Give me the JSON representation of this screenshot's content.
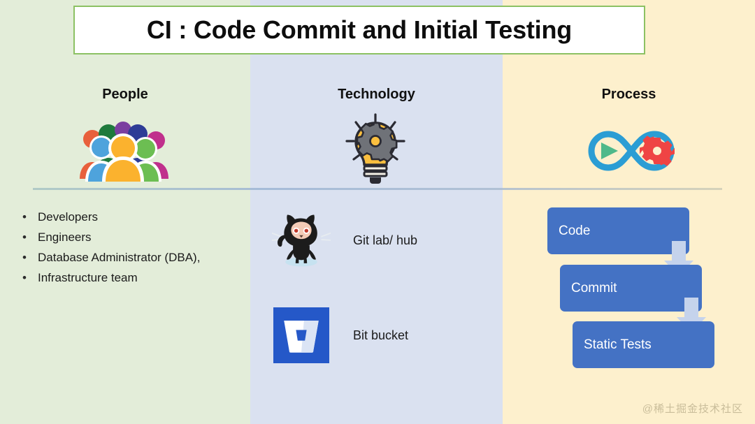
{
  "slide": {
    "title": "CI : Code Commit and Initial Testing",
    "watermark": "@稀土掘金技术社区"
  },
  "colors": {
    "people_band": "#e3edd9",
    "technology_band": "#dae1f0",
    "process_band": "#fdf0cd",
    "title_border": "#8cc163",
    "flow_box": "#4472c4",
    "flow_arrow": "#c5d3ec"
  },
  "columns": [
    {
      "key": "people",
      "header": "People",
      "hero_icon": "people-group-icon",
      "items": [
        {
          "bullet": "•",
          "label": "Developers"
        },
        {
          "bullet": "•",
          "label": "Engineers"
        },
        {
          "bullet": "•",
          "label": "Database Administrator (DBA),"
        },
        {
          "bullet": "•",
          "label": "Infrastructure team"
        }
      ]
    },
    {
      "key": "technology",
      "header": "Technology",
      "hero_icon": "lightbulb-gear-icon",
      "tools": [
        {
          "icon": "github-octocat-icon",
          "label": "Git lab/ hub"
        },
        {
          "icon": "bitbucket-icon",
          "label": "Bit bucket"
        }
      ]
    },
    {
      "key": "process",
      "header": "Process",
      "hero_icon": "infinity-devops-icon",
      "flow": {
        "steps": [
          {
            "label": "Code"
          },
          {
            "label": "Commit"
          },
          {
            "label": "Static Tests"
          }
        ],
        "arrows": [
          {
            "icon": "arrow-down-icon"
          },
          {
            "icon": "arrow-down-icon"
          }
        ]
      }
    }
  ]
}
